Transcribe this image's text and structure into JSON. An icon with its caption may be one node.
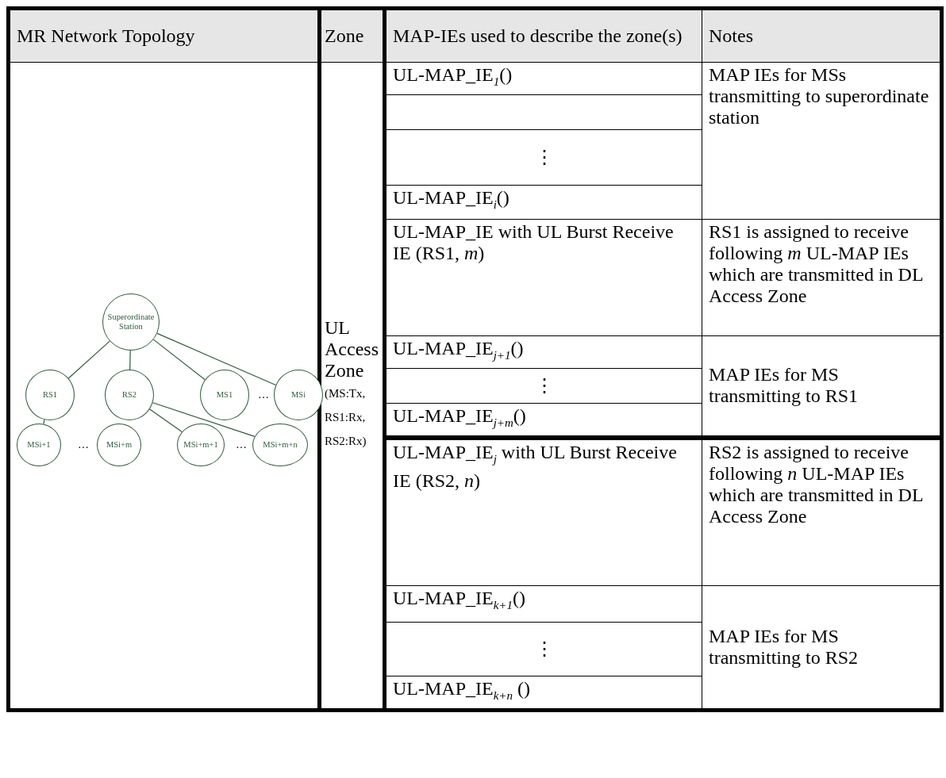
{
  "diagram": {
    "nodes": [
      {
        "text": [
          "Superordinate Station"
        ]
      },
      {
        "text": [
          "RS1"
        ]
      },
      {
        "text": [
          "RS2"
        ]
      },
      {
        "text": [
          "MS1"
        ]
      },
      {
        "text": [
          "MSi"
        ]
      },
      {
        "text": [
          "MSi+1"
        ]
      },
      {
        "text": [
          "MSi+m"
        ]
      },
      {
        "text": [
          "MSi+m+1"
        ]
      },
      {
        "text": [
          "MSi+m+n"
        ]
      }
    ],
    "edges": [
      {
        "from": 0,
        "to": 1,
        "arrow": "none"
      },
      {
        "from": 0,
        "to": 2,
        "arrow": "none"
      },
      {
        "from": 0,
        "to": 3,
        "arrow": "none"
      },
      {
        "from": 0,
        "to": 4,
        "arrow": "none"
      },
      {
        "from": 1,
        "to": 5,
        "arrow": "none"
      },
      {
        "from": 2,
        "to": 7,
        "arrow": "none"
      },
      {
        "from": 2,
        "to": 8,
        "arrow": "none"
      }
    ],
    "labels": [
      "MR Network Topology",
      "Zone",
      "MAP-IEs used to describe the zone(s)",
      "Notes",
      "…",
      "…",
      "…",
      "UL-MAP_IE$_{1}$()",
      "MAP IEs for MSs transmitting to superordinate station",
      "⋮",
      "UL-MAP_IE$_{i}$()",
      "UL-MAP_IE with UL Burst Receive IE (RS1, *m*)",
      "RS1 is assigned to receive following *m* UL-MAP IEs which are transmitted in DL Access Zone",
      "UL Access Zone",
      "(MS:Tx, RS1:Rx, RS2:Rx)",
      "UL-MAP_IE$_{j+1}$()",
      "MAP IEs for MS transmitting to RS1",
      "⋮",
      "UL-MAP_IE$_{j+m}$()",
      "UL-MAP_IE$_{j}$ with UL Burst Receive IE (RS2, *n*)",
      "RS2 is assigned to receive following *n* UL-MAP IEs which are transmitted in DL Access Zone",
      "UL-MAP_IE$_{k+1}$()",
      "MAP IEs for MS transmitting to RS2",
      "⋮",
      "UL-MAP_IE$_{k+n}$ ()"
    ]
  }
}
